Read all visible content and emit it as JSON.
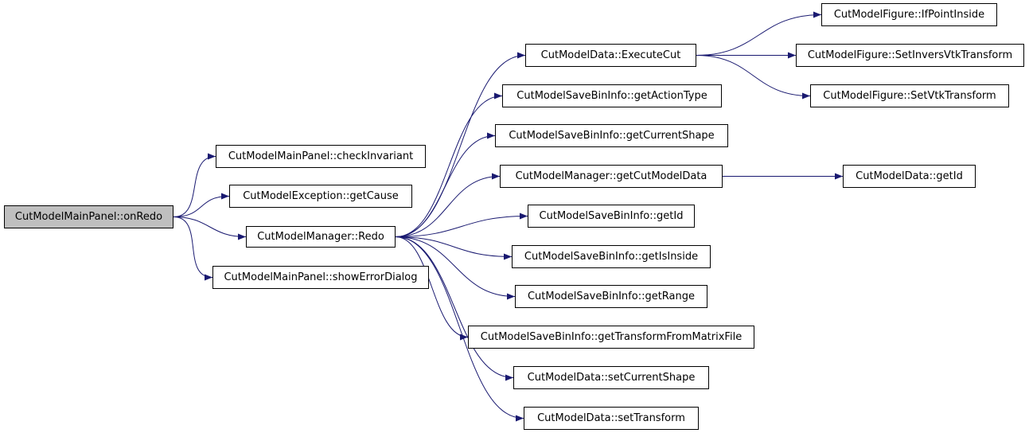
{
  "colors": {
    "edge": "#191970",
    "root_fill": "#bfbfbf",
    "node_fill": "#ffffff",
    "border": "#000000"
  },
  "nodes": {
    "on_redo": "CutModelMainPanel::onRedo",
    "check_invariant": "CutModelMainPanel::checkInvariant",
    "get_cause": "CutModelException::getCause",
    "redo": "CutModelManager::Redo",
    "show_error_dialog": "CutModelMainPanel::showErrorDialog",
    "execute_cut": "CutModelData::ExecuteCut",
    "get_action_type": "CutModelSaveBinInfo::getActionType",
    "get_current_shape": "CutModelSaveBinInfo::getCurrentShape",
    "get_cut_model_data": "CutModelManager::getCutModelData",
    "bininfo_get_id": "CutModelSaveBinInfo::getId",
    "get_is_inside": "CutModelSaveBinInfo::getIsInside",
    "get_range": "CutModelSaveBinInfo::getRange",
    "get_transform_from_matrix_file": "CutModelSaveBinInfo::getTransformFromMatrixFile",
    "set_current_shape": "CutModelData::setCurrentShape",
    "set_transform": "CutModelData::setTransform",
    "if_point_inside": "CutModelFigure::IfPointInside",
    "set_invers_vtk_transform": "CutModelFigure::SetInversVtkTransform",
    "set_vtk_transform": "CutModelFigure::SetVtkTransform",
    "data_get_id": "CutModelData::getId"
  },
  "edges": [
    [
      "on_redo",
      "check_invariant"
    ],
    [
      "on_redo",
      "get_cause"
    ],
    [
      "on_redo",
      "redo"
    ],
    [
      "on_redo",
      "show_error_dialog"
    ],
    [
      "redo",
      "execute_cut"
    ],
    [
      "redo",
      "get_action_type"
    ],
    [
      "redo",
      "get_current_shape"
    ],
    [
      "redo",
      "get_cut_model_data"
    ],
    [
      "redo",
      "bininfo_get_id"
    ],
    [
      "redo",
      "get_is_inside"
    ],
    [
      "redo",
      "get_range"
    ],
    [
      "redo",
      "get_transform_from_matrix_file"
    ],
    [
      "redo",
      "set_current_shape"
    ],
    [
      "redo",
      "set_transform"
    ],
    [
      "execute_cut",
      "if_point_inside"
    ],
    [
      "execute_cut",
      "set_invers_vtk_transform"
    ],
    [
      "execute_cut",
      "set_vtk_transform"
    ],
    [
      "get_cut_model_data",
      "data_get_id"
    ]
  ]
}
